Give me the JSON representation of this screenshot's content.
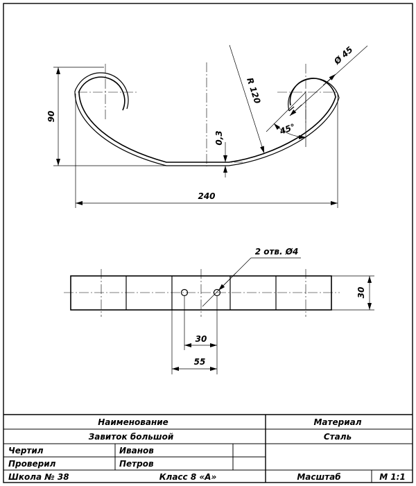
{
  "dimensions": {
    "d_outer": "Ø 45",
    "r_bend": "R 120",
    "angle": "45°",
    "height": "90",
    "gap": "0,3",
    "length": "240",
    "holes": "2 отв. Ø4",
    "width": "30",
    "hole_offset": "30",
    "hole_start": "55"
  },
  "title_block": {
    "name_header": "Наименование",
    "material_header": "Материал",
    "part_name": "Завиток большой",
    "material": "Сталь",
    "drawn_label": "Чертил",
    "drawn_by": "Иванов",
    "checked_label": "Проверил",
    "checked_by": "Петров",
    "school": "Школа № 38",
    "class": "Класс 8 «А»",
    "scale_label": "Масштаб",
    "scale": "М 1:1"
  }
}
